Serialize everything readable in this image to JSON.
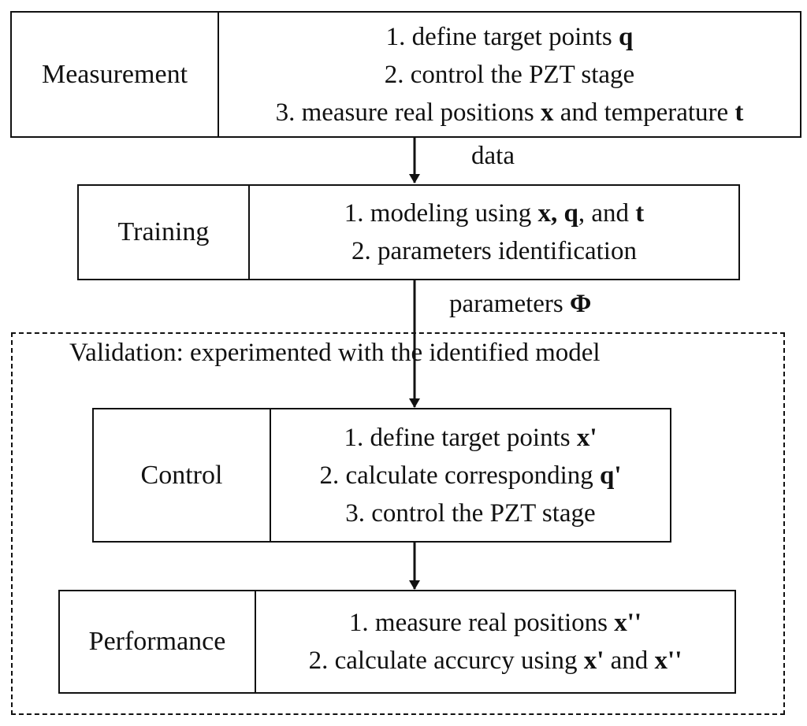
{
  "stages": {
    "measurement": {
      "label": "Measurement",
      "steps": [
        {
          "text": "1. define target points ",
          "var": "q",
          "tail": ""
        },
        {
          "text": "2. control the PZT stage",
          "var": "",
          "tail": ""
        },
        {
          "text": "3. measure real positions ",
          "var": "x",
          "mid": " and temperature ",
          "var2": "t"
        }
      ]
    },
    "training": {
      "label": "Training",
      "steps": [
        {
          "text": "1. modeling using ",
          "var": "x",
          "sep1": ", ",
          "var2": "q",
          "sep2": ", and ",
          "var3": "t"
        },
        {
          "text": "2. parameters identification"
        }
      ]
    },
    "control": {
      "label": "Control",
      "steps": [
        {
          "text": "1. define target points ",
          "var": "x'"
        },
        {
          "text": "2. calculate corresponding ",
          "var": "q'"
        },
        {
          "text": "3. control the PZT stage"
        }
      ]
    },
    "performance": {
      "label": "Performance",
      "steps": [
        {
          "text": "1. measure real positions ",
          "var": "x''"
        },
        {
          "text": "2. calculate accurcy using ",
          "var": "x'",
          "mid": " and ",
          "var2": "x''"
        }
      ]
    }
  },
  "edges": {
    "data_label": "data",
    "params_label": "parameters ",
    "params_symbol": "Φ"
  },
  "validation": {
    "title": "Validation: experimented with the identified model"
  }
}
